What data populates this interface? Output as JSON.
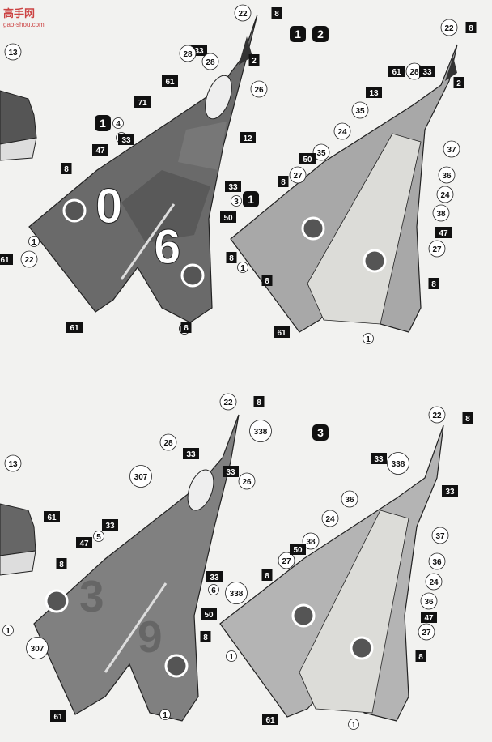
{
  "watermark": {
    "logo_text": "高手网",
    "url": "gao-shou.com"
  },
  "panels": [
    {
      "id": "top-left",
      "scheme_badges": [
        "1"
      ],
      "side_numbers": [
        "0",
        "6"
      ],
      "view": "upper"
    },
    {
      "id": "top-right",
      "scheme_badges": [
        "1",
        "2"
      ],
      "view": "lower"
    },
    {
      "id": "bottom-left",
      "side_numbers": [
        "3",
        "9"
      ],
      "view": "upper"
    },
    {
      "id": "bottom-right",
      "scheme_badges": [
        "3"
      ],
      "view": "lower"
    }
  ],
  "callouts": {
    "tl": [
      "22",
      "8",
      "33",
      "28",
      "2",
      "61",
      "28",
      "26",
      "71",
      "1",
      "4",
      "33",
      "12",
      "47",
      "8",
      "33",
      "3",
      "1",
      "50",
      "8",
      "1",
      "61",
      "1",
      "13",
      "61",
      "22",
      "8"
    ],
    "tr": [
      "22",
      "8",
      "2",
      "61",
      "28",
      "33",
      "13",
      "35",
      "24",
      "37",
      "35",
      "50",
      "27",
      "8",
      "36",
      "24",
      "38",
      "47",
      "27",
      "1",
      "8",
      "8",
      "61",
      "1"
    ],
    "bl": [
      "22",
      "8",
      "338",
      "28",
      "33",
      "307",
      "33",
      "26",
      "47",
      "5",
      "33",
      "8",
      "33",
      "6",
      "50",
      "8",
      "1",
      "307",
      "61",
      "1",
      "13",
      "61"
    ],
    "br": [
      "22",
      "8",
      "33",
      "338",
      "33",
      "36",
      "24",
      "37",
      "38",
      "27",
      "50",
      "36",
      "8",
      "24",
      "338",
      "36",
      "47",
      "27",
      "1",
      "8",
      "61",
      "1"
    ]
  },
  "colors": {
    "upper_dark": "#5a5a5a",
    "upper_mid": "#707070",
    "upper_light": "#8c8c8c",
    "lower": "#a8a8a8",
    "belly": "#dcdcd8",
    "line": "#222222"
  }
}
